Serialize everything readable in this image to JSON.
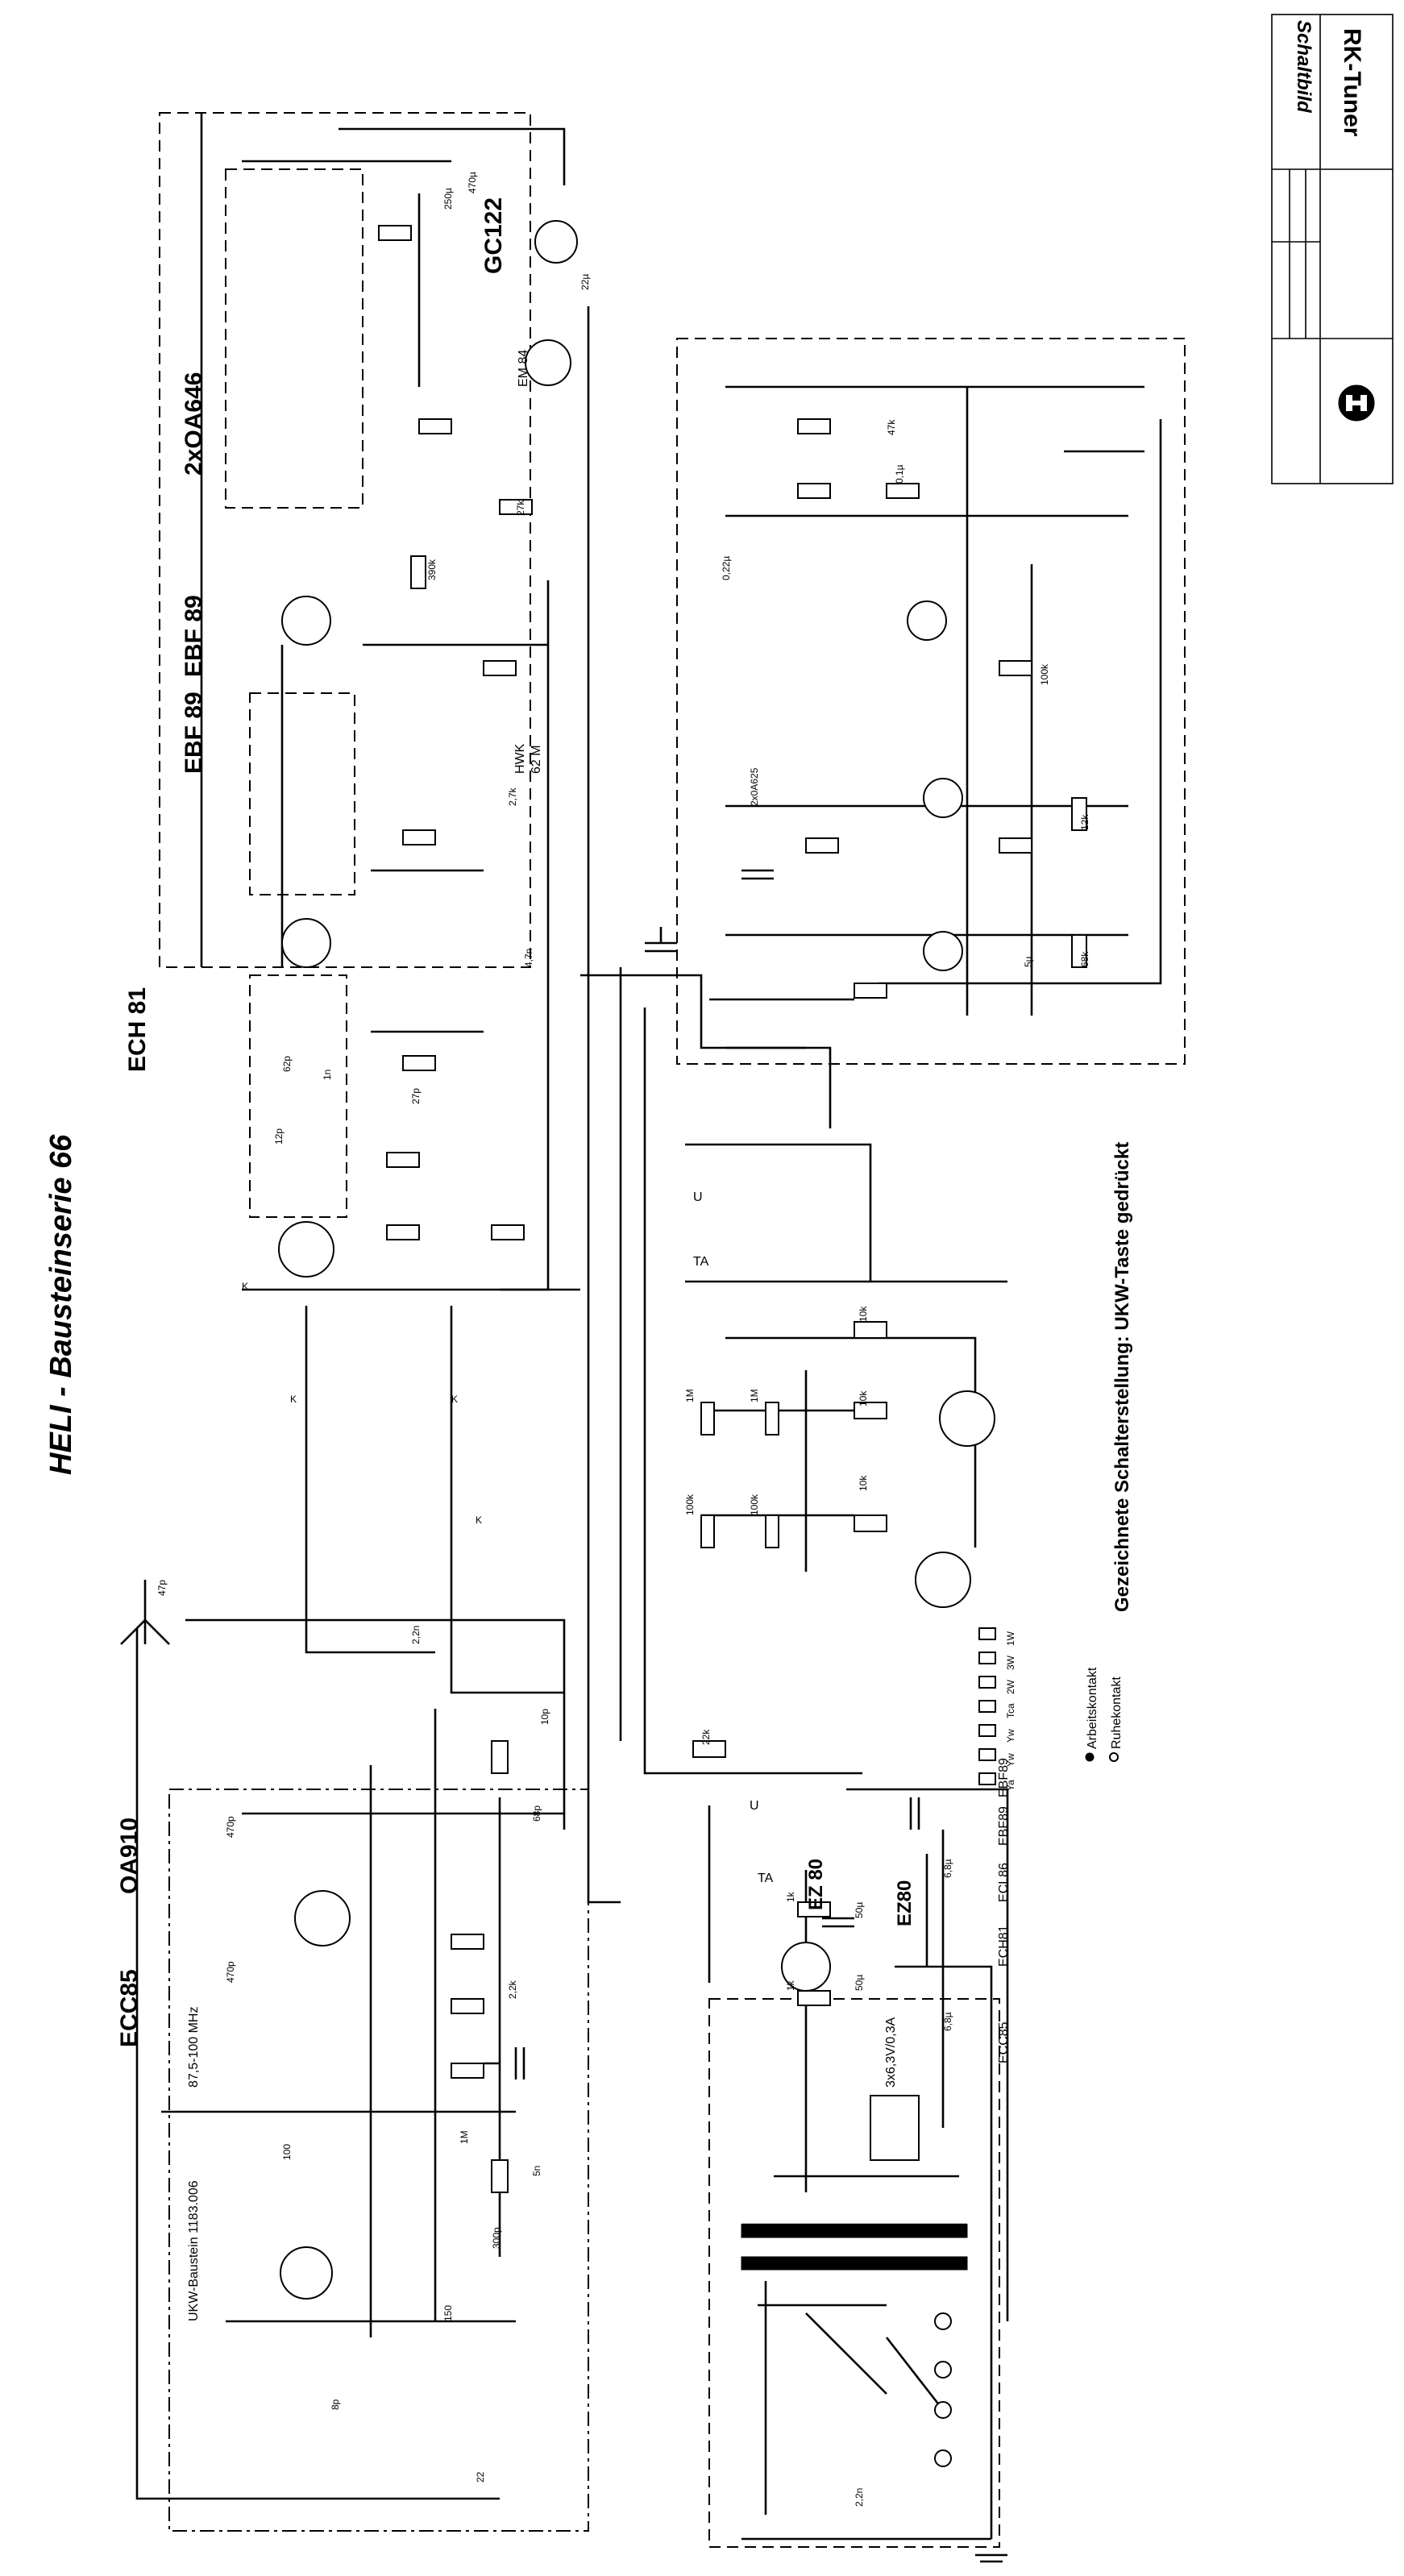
{
  "title": "HELI - Bausteinserie 66",
  "title_block": {
    "heading": "Schaltbild",
    "name": "RK-Tuner"
  },
  "tubes": [
    "ECC85",
    "OA910",
    "ECH 81",
    "EBF 89",
    "EBF 89",
    "2xOA646",
    "GC122",
    "EM 84",
    "EZ 80",
    "EZ80"
  ],
  "module_label": "UKW-Baustein 1183.006",
  "module_range": "87,5-100 MHz",
  "heater_label": "3x6,3V/0,3A",
  "heater_tubes": [
    "ECC85",
    "ECH81",
    "ECL86",
    "EBF89",
    "EBF89"
  ],
  "switch_note": "Gezeichnete Schalterstellung: UKW-Taste gedrückt",
  "legend": {
    "contact_work": "Arbeitskontakt",
    "contact_rest": "Ruhekontakt",
    "keys": [
      "Ya",
      "Yw",
      "Yw",
      "Tca",
      "2W",
      "3W",
      "1W"
    ]
  },
  "hwk_label": "HWK",
  "hwk_value": "62 M",
  "switch_contacts": [
    "TA",
    "U",
    "TA",
    "U",
    "K",
    "K",
    "K",
    "K"
  ],
  "values": {
    "c47p": "47p",
    "r22k": "22k",
    "r10k_a": "10k",
    "r10k_b": "10k",
    "r10k_c": "10k",
    "r1m_a": "1M",
    "r1m_b": "1M",
    "r100k_a": "100k",
    "r100k_b": "100k",
    "r1k": "1k",
    "r1k_b": "1k",
    "c50u": "50µ",
    "c50u_b": "50µ",
    "c2_2n": "2,2n",
    "c2_2n_b": "2,2n",
    "c68p": "68p",
    "c5n": "5n",
    "r2_2k": "2,2k",
    "r1m_c": "1M",
    "c470p": "470p",
    "c470p_b": "470p",
    "c100": "100",
    "c150": "150",
    "c300p": "300p",
    "c8p": "8p",
    "c22": "22",
    "c4_7n": "4,7n",
    "c27p": "27p",
    "c62p": "62p",
    "c12p": "12p",
    "c1n": "1n",
    "c250u": "250µ",
    "c470u": "470µ",
    "c22u": "22µ",
    "c5u": "5µ",
    "c6_8u": "6,8µ",
    "c6_8u_b": "6,8µ",
    "r2_7k": "2,7k",
    "r390k": "390k",
    "r27k": "27k",
    "r68k": "68k",
    "r12k": "12k",
    "r100k_c": "100k",
    "c10p": "10p",
    "c0_22u": "0,22µ",
    "c0_1u": "0,1µ",
    "r47k": "47k",
    "c2_5": "2x0A625"
  }
}
